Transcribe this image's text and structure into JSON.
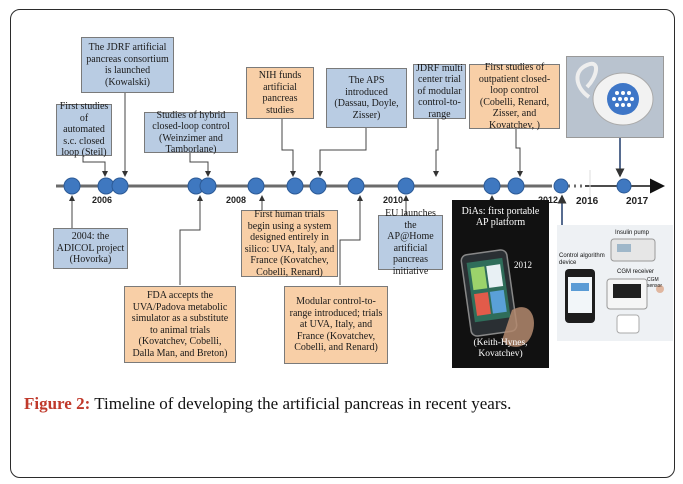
{
  "timeline": {
    "year_labels": [
      "2006",
      "2008",
      "2010",
      "2012",
      "2016",
      "2017"
    ],
    "events_above": [
      {
        "text": "First studies of automated s.c. closed loop (Steil)",
        "color": "blue"
      },
      {
        "text": "The JDRF artificial pancreas consortium is launched (Kowalski)",
        "color": "blue"
      },
      {
        "text": "Studies of hybrid closed-loop control (Weinzimer and Tamborlane)",
        "color": "blue"
      },
      {
        "text": "NIH funds artificial pancreas studies",
        "color": "orange"
      },
      {
        "text": "The APS introduced (Dassau, Doyle, Zisser)",
        "color": "blue"
      },
      {
        "text": "JDRF multi center trial of modular control-to-range",
        "color": "blue"
      },
      {
        "text": "First studies of outpatient closed-loop control (Cobelli, Renard, Zisser, and Kovatchev, )",
        "color": "orange"
      }
    ],
    "events_below": [
      {
        "text": "2004: the ADICOL project (Hovorka)",
        "color": "blue"
      },
      {
        "text": "FDA accepts the UVA/Padova metabolic simulator as a substitute to animal trials (Kovatchev, Cobelli, Dalla Man, and Breton)",
        "color": "orange"
      },
      {
        "text": "First human trials begin using a system designed entirely in silico: UVA, Italy, and France (Kovatchev, Cobelli, Renard)",
        "color": "orange"
      },
      {
        "text": "Modular control-to-range introduced; trials at UVA, Italy, and France (Kovatchev, Cobelli, and Renard)",
        "color": "orange"
      },
      {
        "text": "EU launches the AP@Home artificial pancreas initiative",
        "color": "blue"
      }
    ],
    "diAs": {
      "title": "DiAs: first portable AP platform",
      "year": "2012",
      "credit": "(Keith-Hynes, Kovatchev)"
    },
    "device_photo_labels": {
      "insulin_pump": "Insulin pump",
      "control_algorithm": "Control algorithm device",
      "cgm_receiver": "CGM receiver",
      "cgm_sensor": "CGM sensor"
    },
    "colors": {
      "blue_box": "#b9cce3",
      "orange_box": "#f8cfa7",
      "node": "#3f78c0",
      "axis": "#5b5b5b"
    }
  },
  "caption": {
    "label": "Figure 2:",
    "text": "Timeline of developing the artificial pancreas in recent years."
  }
}
